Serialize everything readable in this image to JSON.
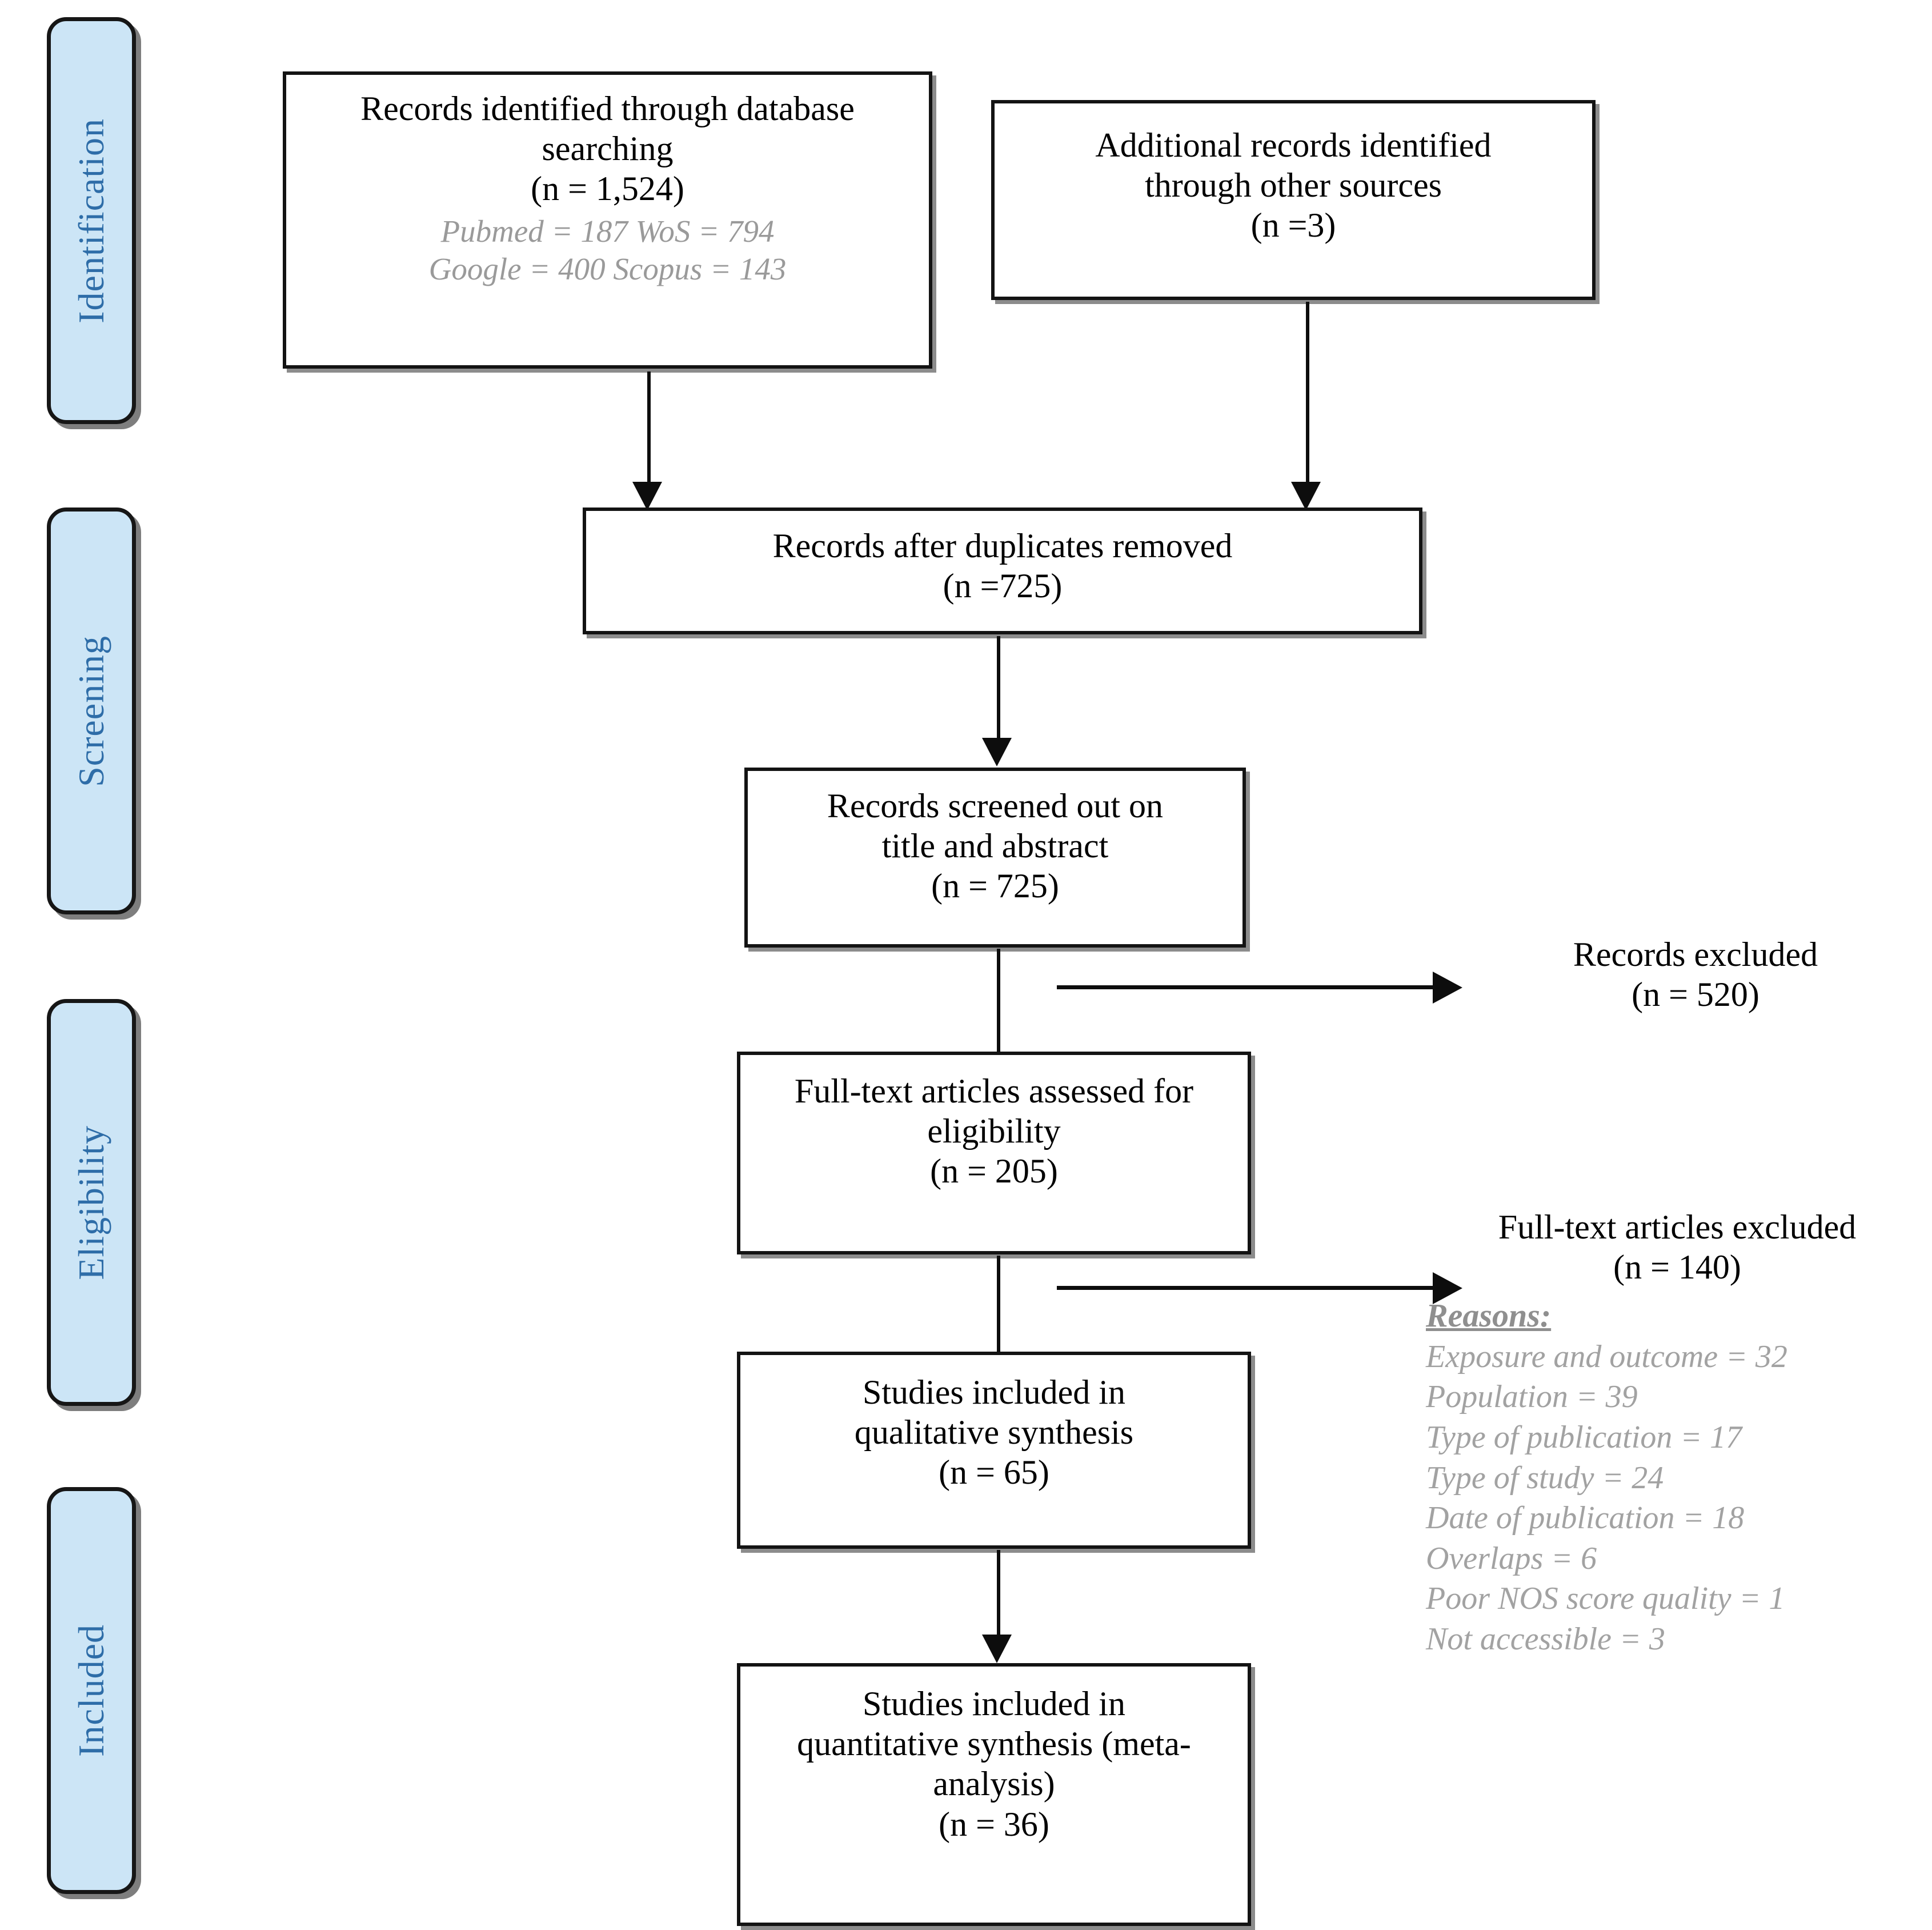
{
  "diagram": {
    "type": "PRISMA flow diagram",
    "stages": [
      {
        "label": "Identification"
      },
      {
        "label": "Screening"
      },
      {
        "label": "Eligibility"
      },
      {
        "label": "Included"
      }
    ],
    "boxes": {
      "database_search": {
        "line1": "Records identified through database",
        "line2": "searching",
        "count": "(n = 1,524)",
        "sources": [
          "Pubmed = 187   WoS = 794",
          "Google = 400   Scopus = 143"
        ]
      },
      "other_sources": {
        "line1": "Additional records identified",
        "line2": "through other sources",
        "count": "(n =3)"
      },
      "duplicates_removed": {
        "line1": "Records after duplicates removed",
        "count": "(n =725)"
      },
      "screened_out": {
        "line1": "Records screened out on",
        "line2": "title and abstract",
        "count": "(n = 725)"
      },
      "fulltext_assessed": {
        "line1": "Full-text articles assessed for",
        "line2": "eligibility",
        "count": "(n = 205)"
      },
      "qualitative": {
        "line1": "Studies included in",
        "line2": "qualitative synthesis",
        "count": "(n = 65)"
      },
      "quantitative": {
        "line1": "Studies included in",
        "line2": "quantitative synthesis (meta-",
        "line3": "analysis)",
        "count": "(n = 36)"
      }
    },
    "side_notes": {
      "records_excluded": {
        "line1": "Records excluded",
        "count": "(n = 520)"
      },
      "fulltext_excluded": {
        "line1": "Full-text articles excluded",
        "count": "(n = 140)",
        "reasons_label": "Reasons:",
        "reasons": [
          "Exposure and outcome = 32",
          "Population = 39",
          "Type of publication = 17",
          "Type of study = 24",
          "Date of publication = 18",
          "Overlaps = 6",
          "Poor NOS score quality = 1",
          "Not accessible = 3"
        ]
      }
    },
    "colors": {
      "stage_fill": "#cce5f6",
      "stage_text": "#2e6da8",
      "stage_border": "#161616",
      "box_border": "#131313",
      "muted_text": "#a2a2a2",
      "connector": "#0d0d0d"
    }
  }
}
